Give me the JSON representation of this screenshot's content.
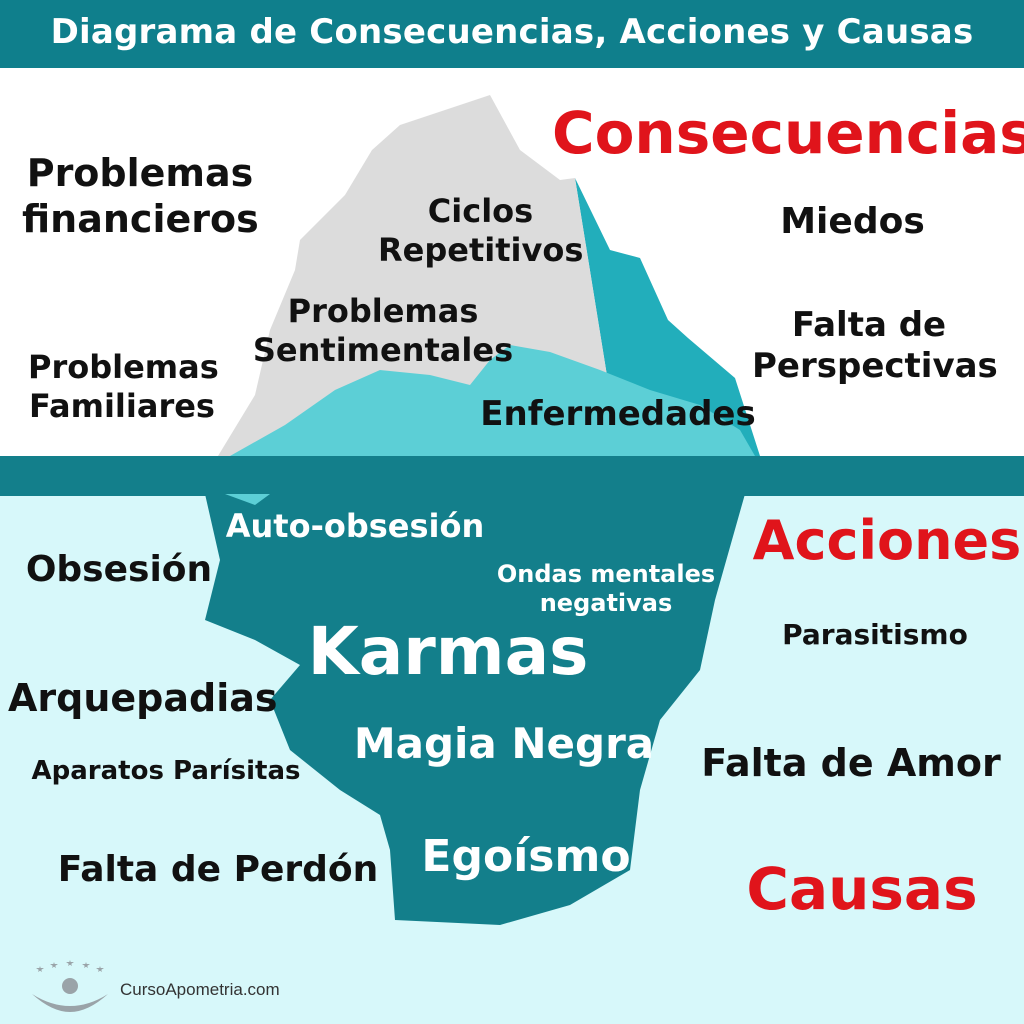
{
  "header": {
    "title": "Diagrama de Consecuencias, Acciones y Causas"
  },
  "sections": {
    "consecuencias": "Consecuencias",
    "acciones": "Acciones",
    "causas": "Causas"
  },
  "above_water": {
    "problemas_financieros": "Problemas\nfinancieros",
    "problemas_familiares": "Problemas\nFamiliares",
    "ciclos_repetitivos": "Ciclos\nRepetitivos",
    "problemas_sentimentales": "Problemas\nSentimentales",
    "enfermedades": "Enfermedades",
    "miedos": "Miedos",
    "falta_perspectivas": "Falta de\nPerspectivas"
  },
  "below_water": {
    "auto_obsesion": "Auto-obsesión",
    "ondas_mentales": "Ondas mentales\nnegativas",
    "karmas": "Karmas",
    "magia_negra": "Magia Negra",
    "egoismo": "Egoísmo",
    "obsesion": "Obsesión",
    "arquepadias": "Arquepadias",
    "aparatos_parasitas": "Aparatos Parísitas",
    "falta_perdon": "Falta de Perdón",
    "parasitismo": "Parasitismo",
    "falta_amor": "Falta de Amor"
  },
  "footer": {
    "site": "CursoApometria.com"
  },
  "colors": {
    "header": "#0f7f8c",
    "water_light": "#d7f8fa",
    "berg_dark": "#137f8b",
    "berg_light": "#5ccfd6",
    "berg_snow": "#dcdcdc",
    "accent_red": "#e0141b"
  }
}
